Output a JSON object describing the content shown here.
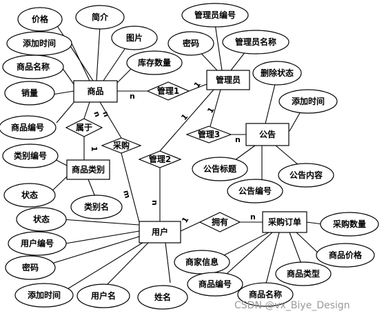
{
  "entities": {
    "product": "商品",
    "admin": "管理员",
    "notice": "公告",
    "category": "商品类别",
    "user": "用户",
    "order": "采购订单"
  },
  "relationships": {
    "manage1": "管理1",
    "manage2": "管理2",
    "manage3": "管理3",
    "belongs": "属于",
    "purchase": "采购",
    "owns": "拥有"
  },
  "attributes": {
    "product_price": "价格",
    "product_intro": "简介",
    "product_added": "添加时间",
    "product_image": "图片",
    "product_name": "商品名称",
    "product_stock": "库存数量",
    "product_sales": "销量",
    "product_code": "商品编号",
    "admin_code": "管理员编号",
    "admin_password": "密码",
    "admin_name": "管理员名称",
    "notice_deleted": "删除状态",
    "notice_added": "添加时间",
    "notice_title": "公告标题",
    "notice_content": "公告内容",
    "notice_code": "公告编号",
    "cat_code": "类别编号",
    "cat_status": "状态",
    "cat_name": "类别名",
    "user_status": "状态",
    "user_code": "用户编号",
    "user_password": "密码",
    "user_added": "添加时间",
    "user_username": "用户名",
    "user_fullname": "姓名",
    "order_qty": "采购数量",
    "order_merchant": "商家信息",
    "order_product_price": "商品价格",
    "order_product_type": "商品类型",
    "order_product_code": "商品编号",
    "order_product_name": "商品名称"
  },
  "cardinalities": {
    "product_manage1": "n",
    "admin_manage1": "1",
    "admin_manage2": "1",
    "user_manage2": "n",
    "admin_manage3": "1",
    "notice_manage3": "n",
    "product_belongs_a": "n",
    "product_belongs_b": "n",
    "category_belongs": "1",
    "user_purchase": "m",
    "user_owns": "1",
    "order_owns": "n"
  },
  "watermark": "CSDN @vx_Biye_Design"
}
